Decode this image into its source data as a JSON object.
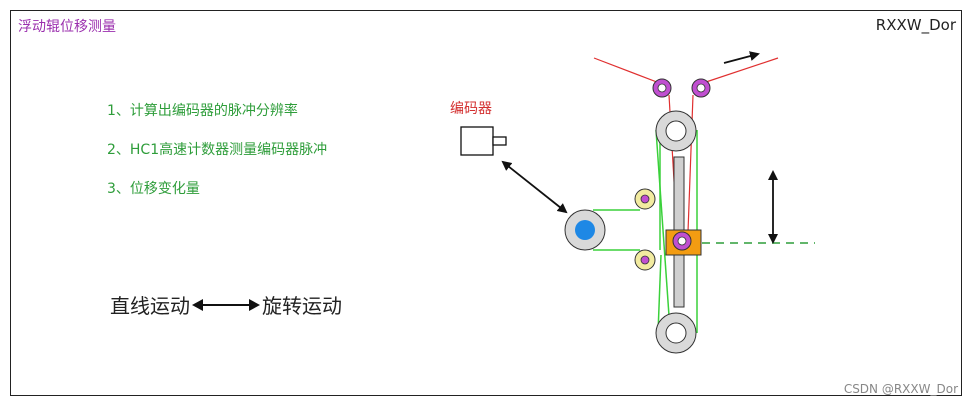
{
  "title": "浮动辊位移测量",
  "author": "RXXW_Dor",
  "steps": [
    "1、计算出编码器的脉冲分辨率",
    "2、HC1高速计数器测量编码器脉冲",
    "3、位移变化量"
  ],
  "motion": {
    "left": "直线运动",
    "right": "旋转运动"
  },
  "encoder_label": "编码器",
  "watermark": "CSDN @RXXW_Dor",
  "colors": {
    "title": "#9b2fae",
    "steps": "#2e9d3a",
    "encoder_label": "#d32f2f",
    "belt": "#3ad13a",
    "web": "#e03030",
    "purple_roller": "#c04fd0",
    "yellow_roller": "#f2eba0",
    "blue_center": "#1e88e5",
    "slider_block": "#f39c12",
    "grey_roller": "#d9d9d9"
  }
}
